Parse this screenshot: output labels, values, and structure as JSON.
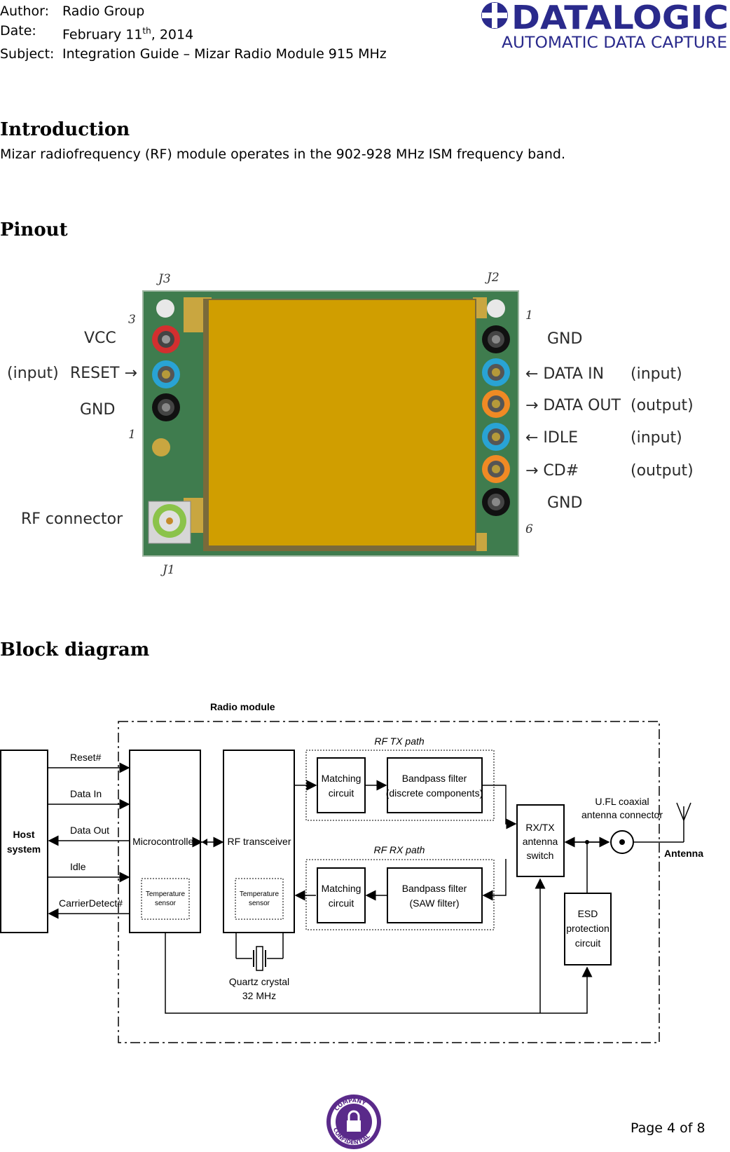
{
  "header": {
    "author_label": "Author:",
    "author": "Radio Group",
    "date_label": "Date:",
    "date_pre": "February 11",
    "date_sup": "th",
    "date_post": ", 2014",
    "subject_label": "Subject:",
    "subject": "Integration Guide – Mizar Radio Module 915 MHz",
    "logo_name": "DATALOGIC",
    "logo_tagline": "AUTOMATIC DATA CAPTURE",
    "logo_color": "#2a2a8c"
  },
  "intro": {
    "heading": "Introduction",
    "text": "Mizar radiofrequency (RF) module operates in the 902-928 MHz ISM frequency band."
  },
  "pinout": {
    "heading": "Pinout",
    "j3": "J3",
    "j2": "J2",
    "j1": "J1",
    "j3_top": "3",
    "j3_bottom": "1",
    "j2_top": "1",
    "j2_bottom": "6",
    "left_pins": [
      {
        "name": "VCC",
        "dir": ""
      },
      {
        "name": "RESET →",
        "dir": "(input)"
      },
      {
        "name": "GND",
        "dir": ""
      }
    ],
    "right_pins": [
      {
        "name": "GND",
        "dir": ""
      },
      {
        "name": "← DATA IN",
        "dir": "(input)"
      },
      {
        "name": "→ DATA OUT",
        "dir": "(output)"
      },
      {
        "name": "← IDLE",
        "dir": "(input)"
      },
      {
        "name": "→ CD#",
        "dir": "(output)"
      },
      {
        "name": "GND",
        "dir": ""
      }
    ],
    "rf_connector": "RF connector",
    "shield_color": "#d09e00",
    "pcb_color": "#3c7a4a"
  },
  "block": {
    "heading": "Block diagram",
    "radio_module": "Radio module",
    "host": [
      "Host",
      "system"
    ],
    "signals": [
      "Reset#",
      "Data In",
      "Data Out",
      "Idle",
      "CarrierDetect#"
    ],
    "microcontroller": "Microcontroller",
    "rf_transceiver": "RF transceiver",
    "temp_sensor": [
      "Temperature",
      "sensor"
    ],
    "tx_path": "RF TX path",
    "rx_path": "RF RX path",
    "matching": [
      "Matching",
      "circuit"
    ],
    "bandpass_tx": [
      "Bandpass filter",
      "(discrete components)"
    ],
    "bandpass_rx": [
      "Bandpass filter",
      "(SAW filter)"
    ],
    "rxtx_switch": [
      "RX/TX",
      "antenna",
      "switch"
    ],
    "ufl": [
      "U.FL coaxial",
      "antenna connector"
    ],
    "antenna": "Antenna",
    "esd": [
      "ESD",
      "protection",
      "circuit"
    ],
    "crystal": [
      "Quartz crystal",
      "32 MHz"
    ]
  },
  "footer": {
    "page": "Page 4 of 8",
    "stamp_top": "COMPANY",
    "stamp_bottom": "CONFIDENTIAL",
    "stamp_color": "#5a2a8a"
  }
}
